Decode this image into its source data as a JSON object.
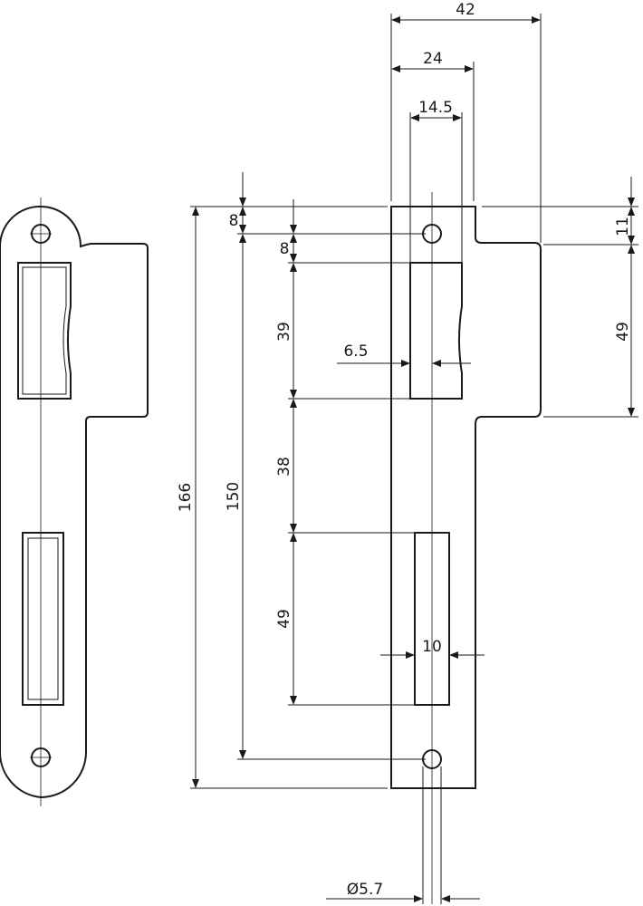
{
  "drawing": {
    "colors": {
      "line": "#1a1a1a",
      "background": "#ffffff"
    },
    "dimensions": {
      "total_width": "42",
      "front_width": "24",
      "slot_width": "14.5",
      "top_offset": "11",
      "bolt_height_right": "49",
      "hole_offset_top": "8",
      "slot_offset_top": "8",
      "overall_height": "166",
      "hole_distance": "150",
      "slot1_height": "39",
      "slot_inset": "6.5",
      "slot_gap": "38",
      "slot2_height": "49",
      "slot2_width": "10",
      "hole_diameter": "Ø5.7"
    }
  }
}
